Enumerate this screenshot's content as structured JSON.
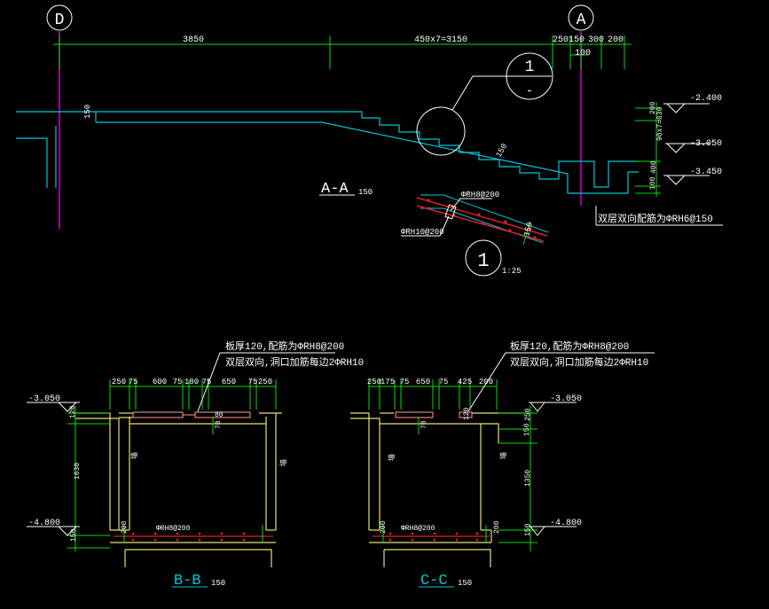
{
  "colors": {
    "background": "#000000",
    "axis_magenta": "#d000d0",
    "dimension_green": "#00e000",
    "outline_cyan": "#00c8d8",
    "text_white": "#ffffff",
    "wall_yellow": "#e8e070",
    "rebar_red": "#e02020",
    "slab_pink": "#e08080"
  },
  "axes": {
    "left": "D",
    "right": "A"
  },
  "top_dimensions": {
    "d1": "3850",
    "d2": "450x7=3150",
    "d3": "250",
    "d4": "150",
    "d5": "300",
    "d6": "200",
    "d7": "100"
  },
  "elevations_aa": {
    "e1": "-2.400",
    "e2": "-3.050",
    "e3": "-3.450"
  },
  "right_dims_aa": {
    "r1": "200",
    "r2": "90x7=630",
    "r3": "400",
    "r4": "100"
  },
  "slab_labels_aa": {
    "s1": "150",
    "s2": "150"
  },
  "detail_callout": {
    "number": "1",
    "dash": "-"
  },
  "section_aa": {
    "label": "A-A",
    "scale": "150"
  },
  "note_aa": "双层双向配筋为ΦRH6@150",
  "detail1": {
    "rebar_top": "ΦRH8@200",
    "rebar_bottom": "ΦRH10@200",
    "thickness": "150",
    "number": "1",
    "scale": "1:25"
  },
  "section_bb": {
    "note1": "板厚120,配筋为ΦRH8@200",
    "note2": "双层双向,洞口加筋每边2ΦRH10",
    "dims": [
      "250",
      "75",
      "600",
      "75",
      "180",
      "75",
      "650",
      "75",
      "250"
    ],
    "elev_top": "-3.050",
    "elev_bottom": "-4.800",
    "dim_120": "120",
    "dim_1630": "1630",
    "dim_150": "150",
    "dim_70": "70",
    "dim_80": "80",
    "dim_200": "200",
    "rebar": "ΦRH8@200",
    "wall_mark_l": "墙",
    "wall_mark_r": "墙",
    "label": "B-B",
    "scale": "150"
  },
  "section_cc": {
    "note1": "板厚120,配筋为ΦRH8@200",
    "note2": "双层双向,洞口加筋每边2ΦRH10",
    "dims": [
      "250",
      "175",
      "75",
      "650",
      "75",
      "425",
      "200"
    ],
    "elev_top": "-3.050",
    "elev_bottom": "-4.800",
    "dim_250": "250",
    "dim_150a": "150",
    "dim_1350": "1350",
    "dim_150b": "150",
    "dim_70": "70",
    "dim_120": "120",
    "dim_200a": "200",
    "dim_200b": "200",
    "rebar": "ΦRH8@200",
    "wall_mark_l": "墙",
    "wall_mark_r": "墙",
    "label": "C-C",
    "scale": "150"
  }
}
